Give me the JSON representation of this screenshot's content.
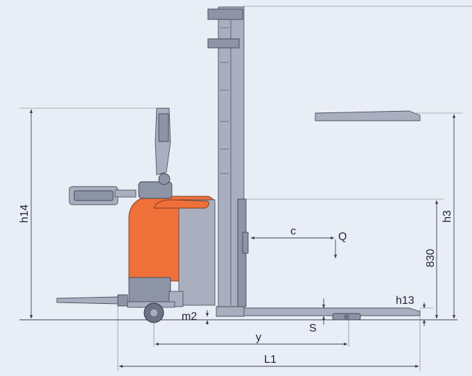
{
  "diagram": {
    "labels": {
      "h14": "h14",
      "h3": "h3",
      "h830": "830",
      "c": "c",
      "Q": "Q",
      "h13": "h13",
      "m2": "m2",
      "S": "S",
      "y": "y",
      "L1": "L1"
    },
    "colors": {
      "background": "#e9edf5",
      "body": "#f0703a",
      "steel": "#a9afbf",
      "line": "#3a3f4a"
    }
  }
}
